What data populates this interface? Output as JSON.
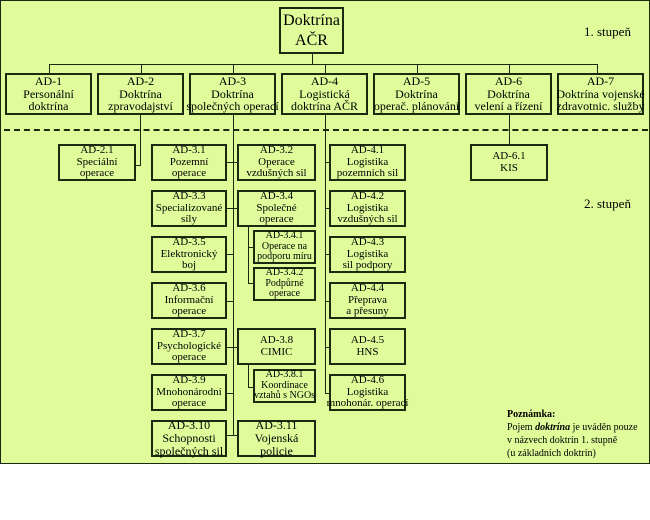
{
  "diagram": {
    "root": {
      "line1": "Doktrína",
      "line2": "AČR"
    },
    "levels": {
      "level1": "1. stupeň",
      "level2": "2. stupeň"
    },
    "level1_nodes": [
      {
        "code": "AD-1",
        "l1": "Personální",
        "l2": "doktrína"
      },
      {
        "code": "AD-2",
        "l1": "Doktrína",
        "l2": "zpravodajství"
      },
      {
        "code": "AD-3",
        "l1": "Doktrína",
        "l2": "společných operací"
      },
      {
        "code": "AD-4",
        "l1": "Logistická",
        "l2": "doktrína AČR"
      },
      {
        "code": "AD-5",
        "l1": "Doktrína",
        "l2": "operač. plánování"
      },
      {
        "code": "AD-6",
        "l1": "Doktrína",
        "l2": "velení a řízení"
      },
      {
        "code": "AD-7",
        "l1": "Doktrína vojenské",
        "l2": "zdravotnic. služby"
      }
    ],
    "ad2_children": [
      {
        "code": "AD-2.1",
        "l1": "Speciální",
        "l2": "operace"
      }
    ],
    "ad3_left": [
      {
        "code": "AD-3.1",
        "l1": "Pozemní",
        "l2": "operace"
      },
      {
        "code": "AD-3.3",
        "l1": "Specializované",
        "l2": "síly"
      },
      {
        "code": "AD-3.5",
        "l1": "Elektronický",
        "l2": "boj"
      },
      {
        "code": "AD-3.6",
        "l1": "Informační",
        "l2": "operace"
      },
      {
        "code": "AD-3.7",
        "l1": "Psychologické",
        "l2": "operace"
      },
      {
        "code": "AD-3.9",
        "l1": "Mnohonárodní",
        "l2": "operace"
      },
      {
        "code": "AD-3.10",
        "l1": "Schopnosti",
        "l2": "společných sil"
      }
    ],
    "ad3_right": [
      {
        "code": "AD-3.2",
        "l1": "Operace",
        "l2": "vzdušných sil"
      },
      {
        "code": "AD-3.4",
        "l1": "Společné",
        "l2": "operace"
      },
      {
        "code": "AD-3.8",
        "l1": "CIMIC",
        "l2": ""
      },
      {
        "code": "AD-3.11",
        "l1": "Vojenská",
        "l2": "policie"
      }
    ],
    "ad34_children": [
      {
        "code": "AD-3.4.1",
        "l1": "Operace na",
        "l2": "podporu míru"
      },
      {
        "code": "AD-3.4.2",
        "l1": "Podpůrné",
        "l2": "operace"
      }
    ],
    "ad38_children": [
      {
        "code": "AD-3.8.1",
        "l1": "Koordinace",
        "l2": "vztahů s NGOs"
      }
    ],
    "ad4_children": [
      {
        "code": "AD-4.1",
        "l1": "Logistika",
        "l2": "pozemních sil"
      },
      {
        "code": "AD-4.2",
        "l1": "Logistika",
        "l2": "vzdušných sil"
      },
      {
        "code": "AD-4.3",
        "l1": "Logistika",
        "l2": "sil podpory"
      },
      {
        "code": "AD-4.4",
        "l1": "Přeprava",
        "l2": "a přesuny"
      },
      {
        "code": "AD-4.5",
        "l1": "HNS",
        "l2": ""
      },
      {
        "code": "AD-4.6",
        "l1": "Logistika",
        "l2": "mnohonár. operací"
      }
    ],
    "ad6_children": [
      {
        "code": "AD-6.1",
        "l1": "KIS",
        "l2": ""
      }
    ],
    "note": {
      "title": "Poznámka:",
      "line1_pre": "Pojem ",
      "line1_em": "doktrína",
      "line1_post": " je uváděn pouze",
      "line2": "v názvech doktrín 1. stupně",
      "line3": "(u základních doktrín)"
    },
    "colors": {
      "background": "#e0fb9a",
      "line": "#1a2a10"
    }
  }
}
